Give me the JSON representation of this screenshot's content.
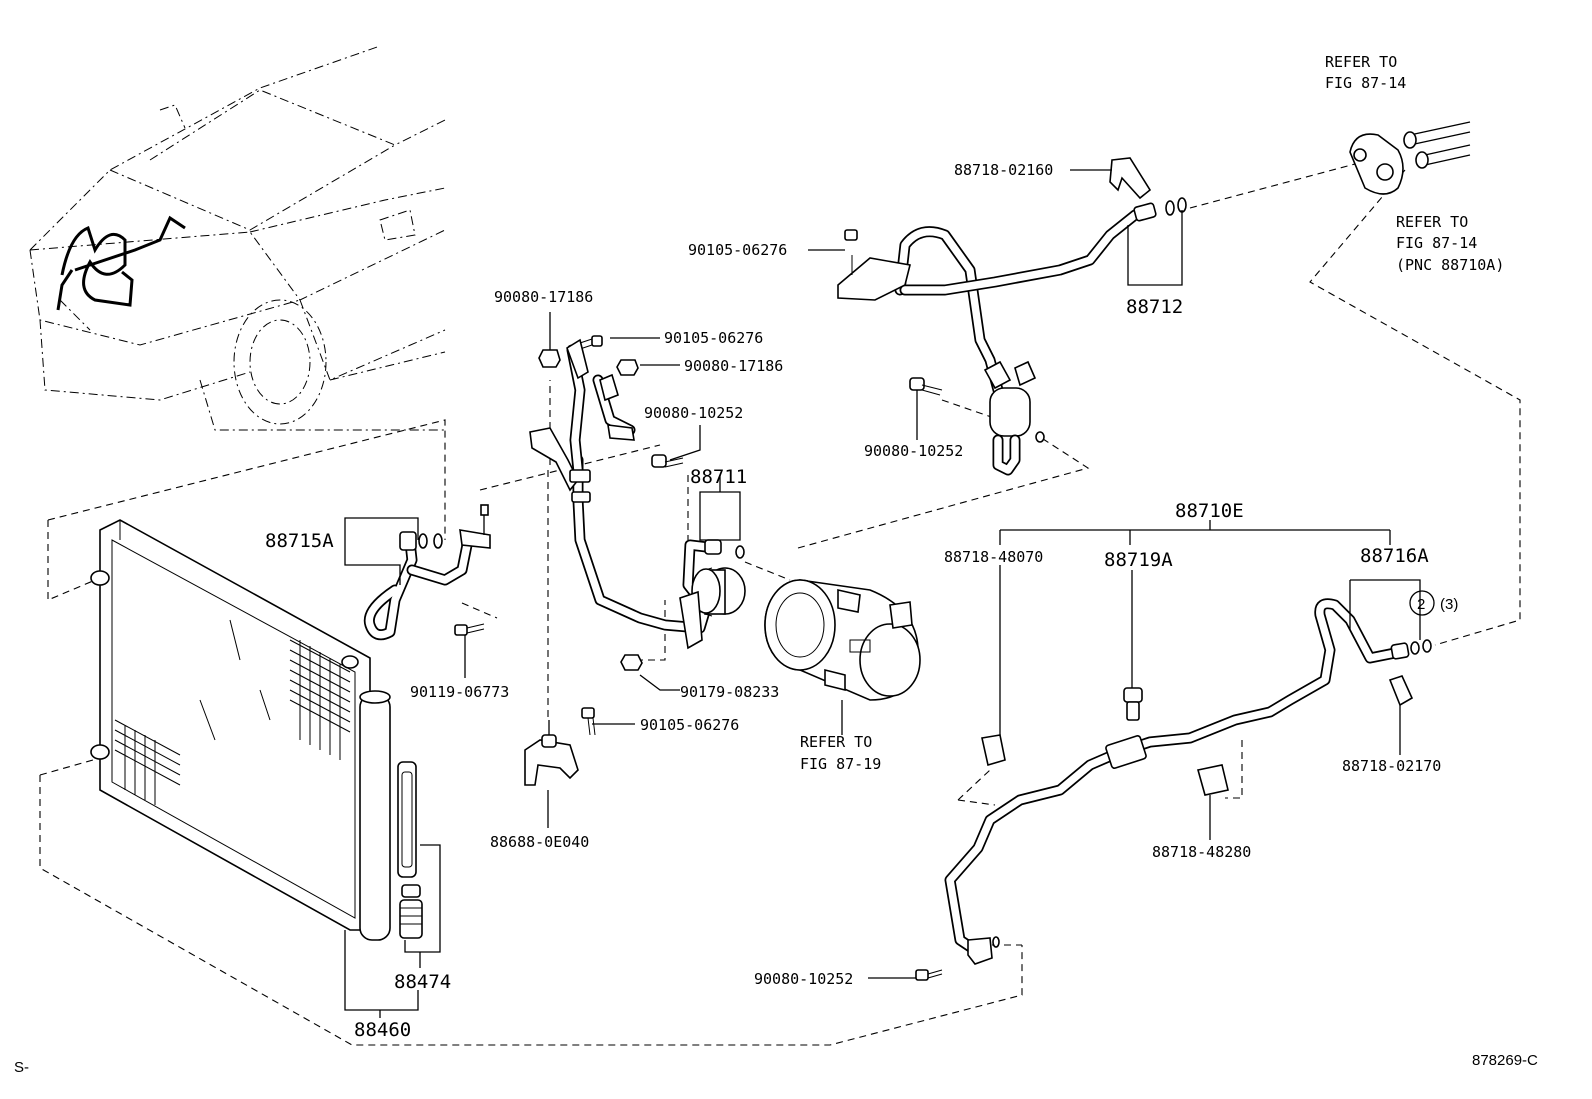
{
  "callouts": {
    "refer_top_right_1a": "REFER TO",
    "refer_top_right_1b": "FIG 87-14",
    "refer_top_right_2a": "REFER TO",
    "refer_top_right_2b": "FIG 87-14",
    "refer_top_right_2c": "(PNC 88710A)",
    "refer_compressor_a": "REFER TO",
    "refer_compressor_b": "FIG 87-19"
  },
  "parts": {
    "p88718_02160": "88718-02160",
    "p90105_06276_a": "90105-06276",
    "p88712": "88712",
    "p90080_17186_a": "90080-17186",
    "p90105_06276_b": "90105-06276",
    "p90080_17186_b": "90080-17186",
    "p90080_10252_a": "90080-10252",
    "p88711": "88711",
    "p90080_10252_b": "90080-10252",
    "p88715A": "88715A",
    "p90119_06773": "90119-06773",
    "p90179_08233": "90179-08233",
    "p90105_06276_c": "90105-06276",
    "p88688_0E040": "88688-0E040",
    "p88710E": "88710E",
    "p88718_48070": "88718-48070",
    "p88719A": "88719A",
    "p88716A": "88716A",
    "qty_circle": "2",
    "qty_paren": "(3)",
    "p88718_02170": "88718-02170",
    "p88718_48280": "88718-48280",
    "p88474": "88474",
    "p88460": "88460",
    "p90080_10252_c": "90080-10252"
  },
  "footer": {
    "left_mark": "S-",
    "figure_code": "878269-C"
  }
}
